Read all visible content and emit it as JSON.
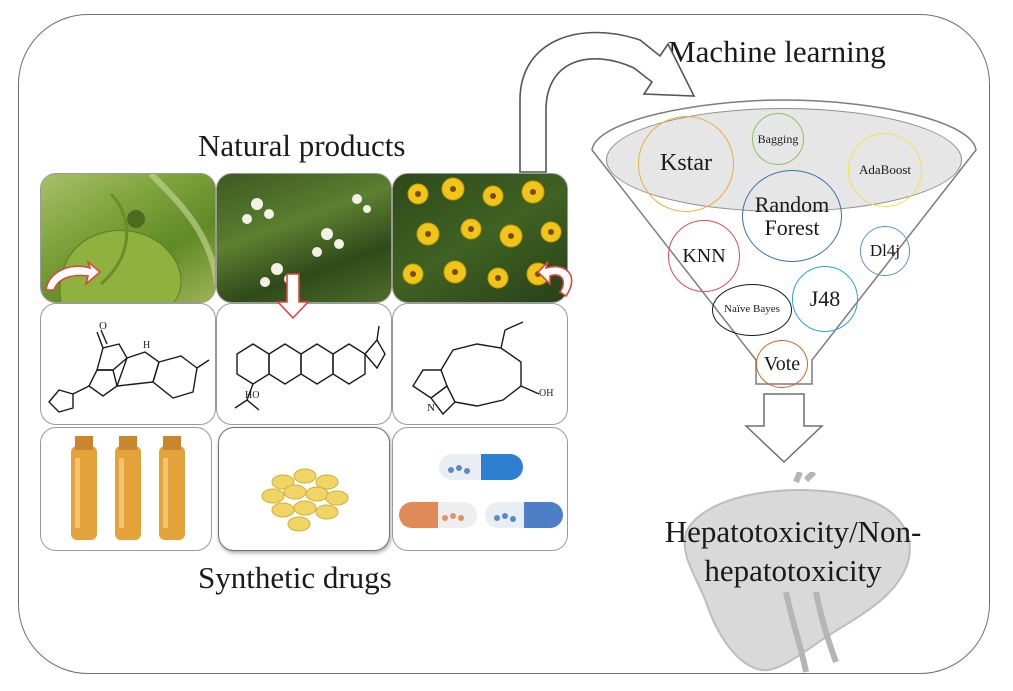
{
  "natural_products_label": "Natural products",
  "synthetic_drugs_label": "Synthetic drugs",
  "machine_learning_label": "Machine learning",
  "output_label": "Hepatotoxicity/Non-hepatotoxicity",
  "algorithms": {
    "kstar": "Kstar",
    "bagging": "Bagging",
    "adaboost": "AdaBoost",
    "random_forest": "Random Forest",
    "knn": "KNN",
    "dl4j": "Dl4j",
    "naive_bayes": "Naïve Bayes",
    "j48": "J48",
    "vote": "Vote"
  },
  "structure_labels": {
    "oh": "HO",
    "h": "H",
    "o": "O",
    "n": "N",
    "oh2": "OH"
  },
  "colors": {
    "kstar": "#e8b23a",
    "bagging": "#8cc460",
    "adaboost": "#f2e14a",
    "random_forest": "#3b6fb0",
    "knn": "#d94f4f",
    "dl4j": "#5d93c9",
    "naive_bayes": "#1a1a1a",
    "j48": "#2aa3d6",
    "vote": "#c9692e",
    "arrow_red": "#d9473e"
  }
}
